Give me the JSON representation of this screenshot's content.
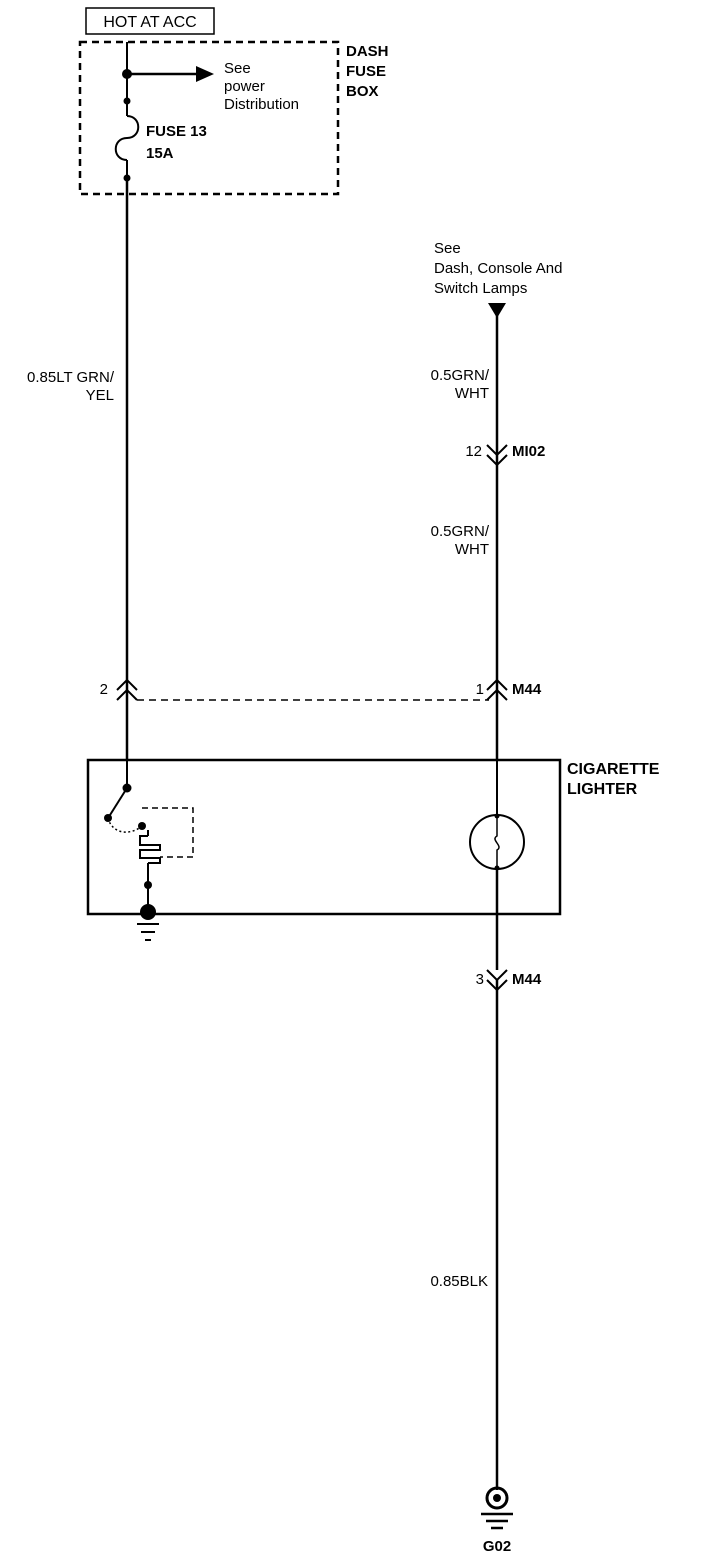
{
  "power": {
    "header": "HOT AT ACC",
    "fuse_box": [
      "DASH",
      "FUSE",
      "BOX"
    ],
    "see_power": [
      "See",
      "power",
      "Distribution"
    ],
    "fuse_label": "FUSE 13",
    "fuse_rating": "15A"
  },
  "wires": {
    "left_wire": [
      "0.85LT GRN/",
      "YEL"
    ],
    "lamp_wire_upper": [
      "0.5GRN/",
      "WHT"
    ],
    "lamp_wire_lower": [
      "0.5GRN/",
      "WHT"
    ],
    "ground_wire": "0.85BLK"
  },
  "lamp_reference": [
    "See",
    "Dash, Console And",
    "Switch Lamps"
  ],
  "connectors": {
    "mi02_pin": "12",
    "mi02_name": "MI02",
    "m44_pin_left": "2",
    "m44_pin_right": "1",
    "m44_name_top": "M44",
    "m44_pin_bottom": "3",
    "m44_name_bottom": "M44"
  },
  "component": [
    "CIGARETTE",
    "LIGHTER"
  ],
  "ground": "G02"
}
